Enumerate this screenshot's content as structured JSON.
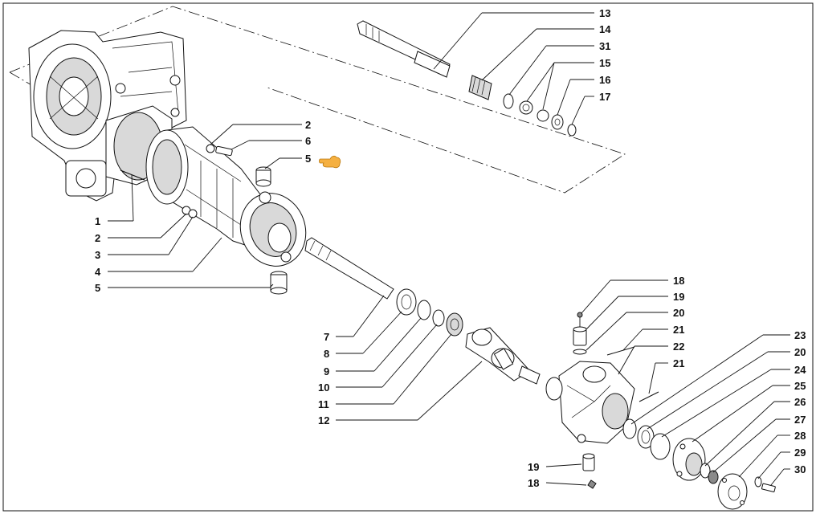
{
  "labels": {
    "l13": "13",
    "l14": "14",
    "l31": "31",
    "l15": "15",
    "l16": "16",
    "l17": "17",
    "l2a": "2",
    "l6": "6",
    "l5a": "5",
    "l1": "1",
    "l2b": "2",
    "l3": "3",
    "l4": "4",
    "l5b": "5",
    "l7": "7",
    "l8": "8",
    "l9": "9",
    "l10": "10",
    "l11": "11",
    "l12": "12",
    "l18a": "18",
    "l19a": "19",
    "l20a": "20",
    "l21a": "21",
    "l22": "22",
    "l21b": "21",
    "l23": "23",
    "l20b": "20",
    "l24": "24",
    "l25": "25",
    "l26": "26",
    "l27": "27",
    "l28": "28",
    "l29": "29",
    "l30": "30",
    "l19b": "19",
    "l18b": "18"
  },
  "colors": {
    "line": "#111111",
    "shade": "#d9d9d9",
    "pointer_hand": "#f5b041"
  },
  "icons": {
    "pointer": "pointing-hand-icon"
  }
}
